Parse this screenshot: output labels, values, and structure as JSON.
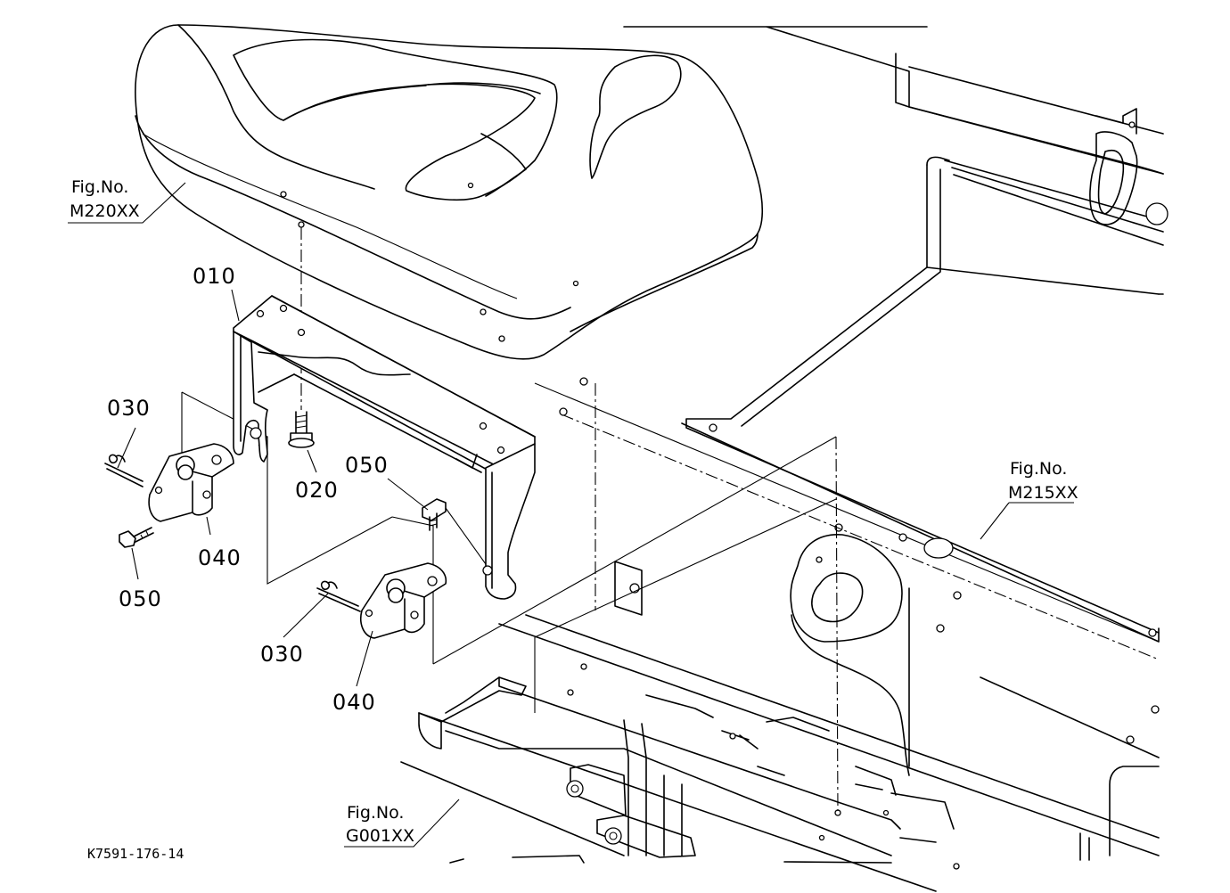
{
  "part_labels": {
    "p010": "010",
    "p020": "020",
    "p030_a": "030",
    "p030_b": "030",
    "p040_a": "040",
    "p040_b": "040",
    "p050_a": "050",
    "p050_b": "050"
  },
  "figure_refs": {
    "seat": {
      "title": "Fig.No.",
      "code": "M220XX"
    },
    "floor": {
      "title": "Fig.No.",
      "code": "M215XX"
    },
    "frame": {
      "title": "Fig.No.",
      "code": "G001XX"
    }
  },
  "drawing_code": "K7591-176-14"
}
